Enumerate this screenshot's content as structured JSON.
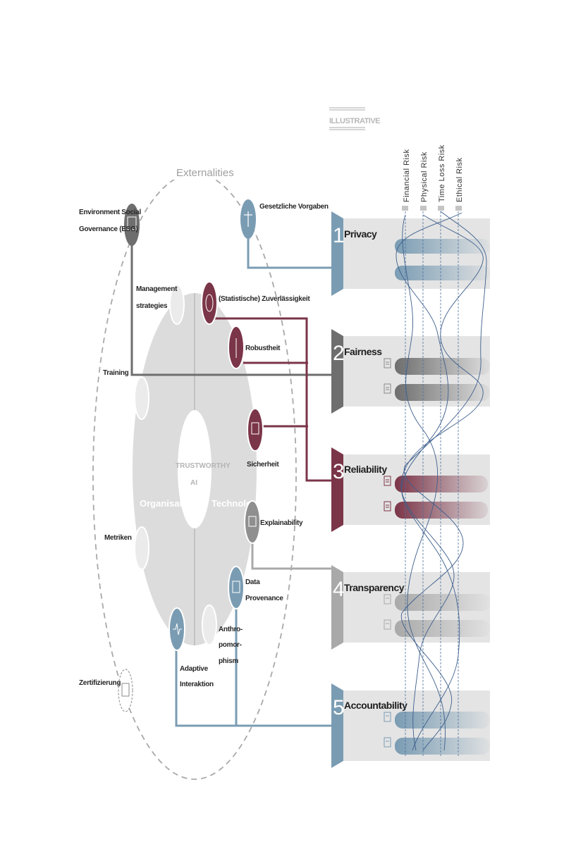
{
  "illustrative": "ILLUSTRATIVE",
  "externalities": "Externalities",
  "center": {
    "line1": "TRUSTWORTHY",
    "line2": "AI"
  },
  "segments": {
    "organisation": "Organisation",
    "technologie": "Technologie"
  },
  "risks": [
    "Financial Risk",
    "Physical Risk",
    "Time Loss Risk",
    "Ethical Risk"
  ],
  "categories": [
    {
      "num": "1",
      "label": "Privacy",
      "color": "#7a9cb3"
    },
    {
      "num": "2",
      "label": "Fairness",
      "color": "#6e6e6e"
    },
    {
      "num": "3",
      "label": "Reliability",
      "color": "#7b3548"
    },
    {
      "num": "4",
      "label": "Transparency",
      "color": "#a9a9a9"
    },
    {
      "num": "5",
      "label": "Accountability",
      "color": "#7a9cb3"
    }
  ],
  "nodes": {
    "esg": {
      "line1": "Environment Social",
      "line2": "Governance (ESG)"
    },
    "gesetz": "Gesetzliche Vorgaben",
    "management": {
      "line1": "Management",
      "line2": "strategies"
    },
    "zuverlaessigkeit": "(Statistische) Zuverlässigkeit",
    "robustheit": "Robustheit",
    "training": "Training",
    "sicherheit": "Sicherheit",
    "explainability": "Explainability",
    "metriken": "Metriken",
    "provenance": {
      "line1": "Data",
      "line2": "Provenance"
    },
    "anthro": {
      "line1": "Anthro-",
      "line2": "pomor-",
      "line3": "phism"
    },
    "adaptive": {
      "line1": "Adaptive",
      "line2": "Interaktion"
    },
    "zertifizierung": "Zertifizierung"
  },
  "colors": {
    "blue": "#7a9cb3",
    "maroon": "#7b3548",
    "dark_gray": "#6e6e6e",
    "light_gray": "#a9a9a9",
    "panel": "#e4e4e4"
  }
}
